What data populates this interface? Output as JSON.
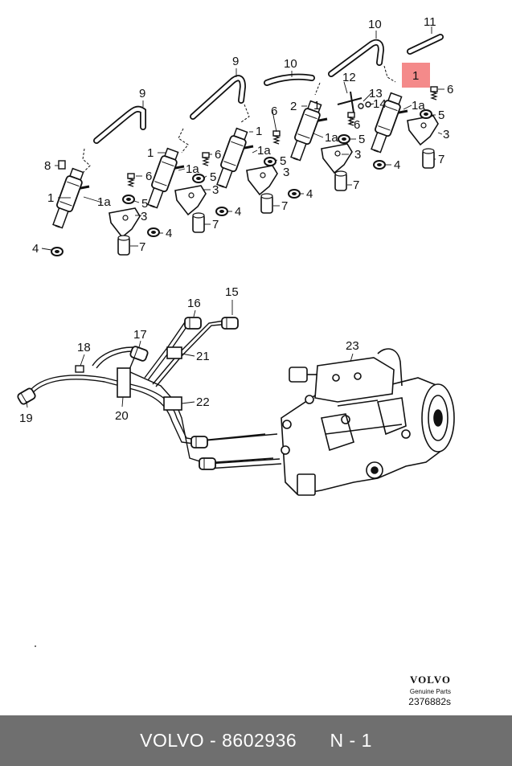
{
  "diagram": {
    "highlight_color": "#f48a8a",
    "highlighted_callout": "1",
    "callouts": {
      "c1a": "1",
      "c1b": "1",
      "c1c": "1",
      "c1d": "1",
      "c1e": "1",
      "c1aa": "1a",
      "c1ab": "1a",
      "c1ac": "1a",
      "c1ad": "1a",
      "c1ae": "1a",
      "c2": "2",
      "c3a": "3",
      "c3b": "3",
      "c3c": "3",
      "c3d": "3",
      "c3e": "3",
      "c4a": "4",
      "c4b": "4",
      "c4c": "4",
      "c4d": "4",
      "c4e": "4",
      "c5a": "5",
      "c5b": "5",
      "c5c": "5",
      "c5d": "5",
      "c5e": "5",
      "c6a": "6",
      "c6b": "6",
      "c6c": "6",
      "c6d": "6",
      "c6e": "6",
      "c7a": "7",
      "c7b": "7",
      "c7c": "7",
      "c7d": "7",
      "c7e": "7",
      "c8": "8",
      "c9a": "9",
      "c9b": "9",
      "c10a": "10",
      "c10b": "10",
      "c11": "11",
      "c12": "12",
      "c13": "13",
      "c14": "14",
      "c15": "15",
      "c16": "16",
      "c17": "17",
      "c18": "18",
      "c19": "19",
      "c20": "20",
      "c21": "21",
      "c22": "22",
      "c23": "23"
    }
  },
  "brand": {
    "logo": "VOLVO",
    "subtitle": "Genuine Parts",
    "code": "2376882s"
  },
  "footer": {
    "brand": "VOLVO",
    "separator": " - ",
    "part_number": "8602936",
    "position": "N - 1"
  }
}
